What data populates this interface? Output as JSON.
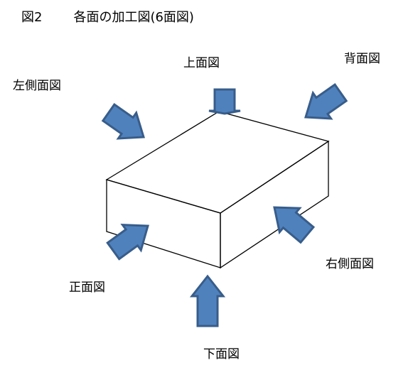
{
  "heading": {
    "figure_number": "図2",
    "title": "各面の加工図(6面図)"
  },
  "views": {
    "top": "上面図",
    "back": "背面図",
    "left_side": "左側面図",
    "front": "正面図",
    "right_side": "右側面図",
    "bottom": "下面図"
  },
  "colors": {
    "arrow_fill": "#4f81bd",
    "arrow_stroke": "#385d8a",
    "box_edge": "#000000"
  },
  "icons": {
    "arrow": "block-arrow-icon"
  }
}
